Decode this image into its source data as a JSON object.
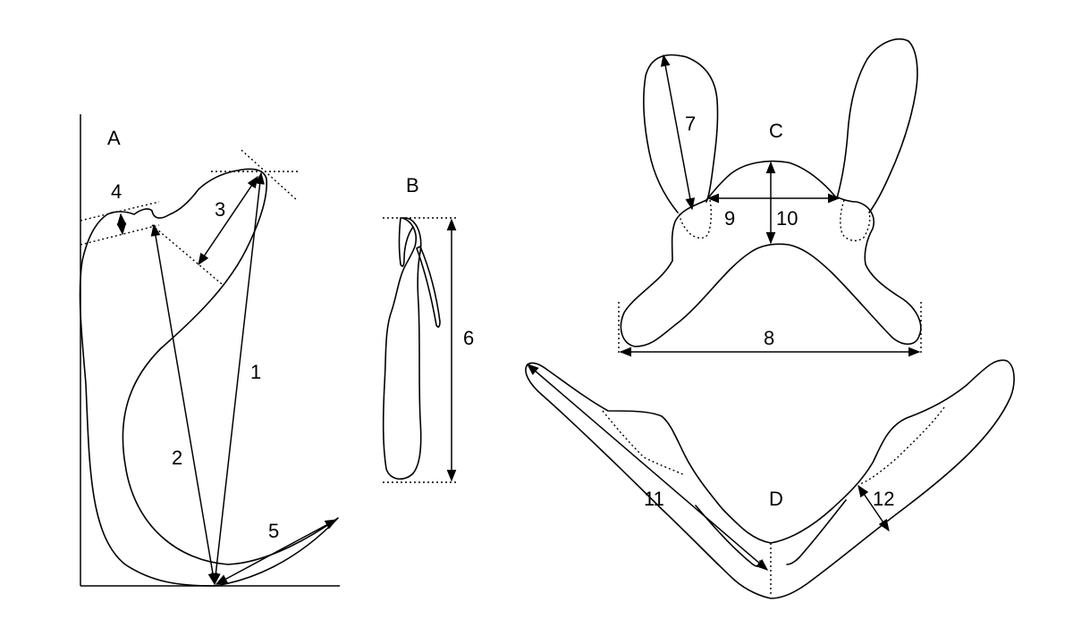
{
  "panels": {
    "a": {
      "label": "A"
    },
    "b": {
      "label": "B"
    },
    "c": {
      "label": "C"
    },
    "d": {
      "label": "D"
    }
  },
  "measurements": {
    "m1": "1",
    "m2": "2",
    "m3": "3",
    "m4": "4",
    "m5": "5",
    "m6": "6",
    "m7": "7",
    "m8": "8",
    "m9": "9",
    "m10": "10",
    "m11": "11",
    "m12": "12"
  },
  "colors": {
    "ink": "#000000",
    "background": "#ffffff"
  }
}
